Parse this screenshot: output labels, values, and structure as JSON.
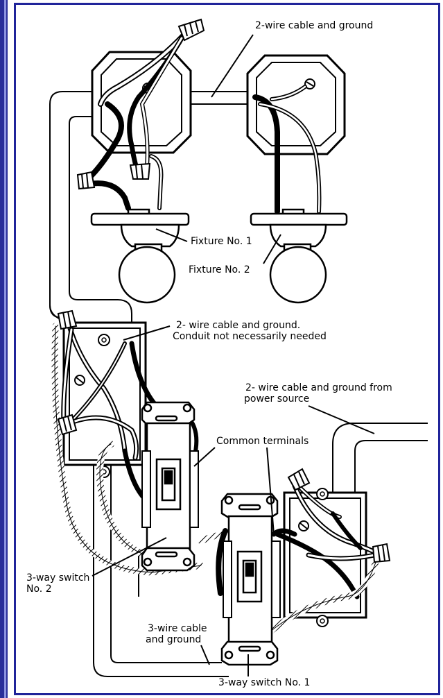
{
  "labels": {
    "top_cable": "2-wire cable and ground",
    "fixture1": "Fixture No. 1",
    "fixture2": "Fixture No. 2",
    "mid_cable_line1": "2- wire cable and ground.",
    "mid_cable_line2": "Conduit not necessarily needed",
    "power_line1": "2- wire cable and ground from",
    "power_line2": "power source",
    "common_terminals": "Common terminals",
    "switch2_line1": "3-way switch",
    "switch2_line2": "No. 2",
    "threewire_line1": "3-wire cable",
    "threewire_line2": "and ground",
    "switch1": "3-way switch No. 1"
  },
  "colors": {
    "frame": "#20249a",
    "stripe": "#2a2f9a",
    "ink": "#000000"
  }
}
